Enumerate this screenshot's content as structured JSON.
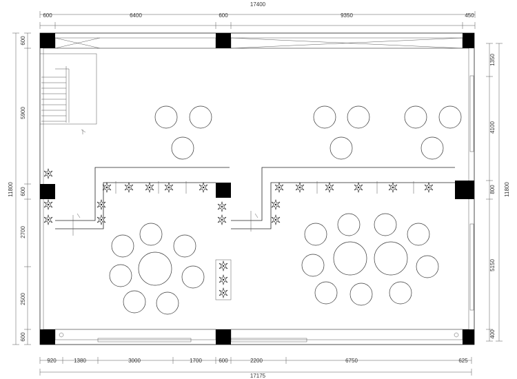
{
  "dimensions": {
    "top_total": "17400",
    "top": [
      "600",
      "6400",
      "600",
      "9350",
      "450"
    ],
    "bottom": [
      "920",
      "1380",
      "3000",
      "1700",
      "600",
      "2200",
      "6750",
      "625"
    ],
    "bottom_total": "17175",
    "left": [
      "600",
      "5900",
      "600",
      "2700",
      "2500",
      "600"
    ],
    "left_total": "11800",
    "right": [
      "1350",
      "4100",
      "800",
      "5150",
      "400"
    ],
    "right_total": "11800"
  }
}
